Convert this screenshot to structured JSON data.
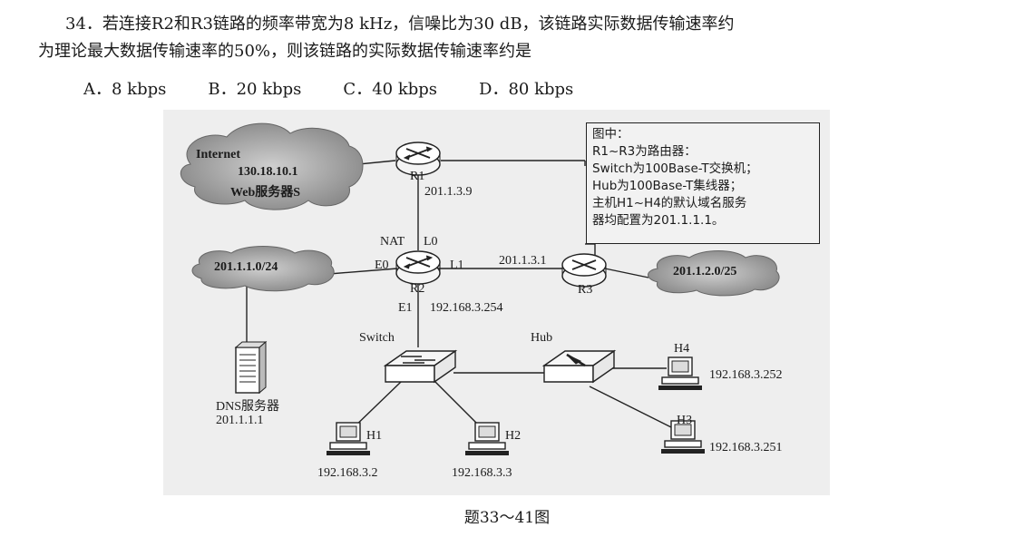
{
  "question": {
    "line1": "34．若连接R2和R3链路的频率带宽为8 kHz，信噪比为30 dB，该链路实际数据传输速率约",
    "line2": "为理论最大数据传输速率的50%，则该链路的实际数据传输速率约是"
  },
  "options": [
    "A．8 kbps",
    "B．20 kbps",
    "C．40 kbps",
    "D．80 kbps"
  ],
  "legend": {
    "title": "图中：",
    "lines": [
      "R1~R3为路由器：",
      "Switch为100Base-T交换机；",
      "Hub为100Base-T集线器；",
      "主机H1~H4的默认域名服务",
      "器均配置为201.1.1.1。"
    ]
  },
  "diagram": {
    "internet": "Internet",
    "web_ip": "130.18.10.1",
    "web_server": "Web服务器S",
    "r1": "R1",
    "r1_ip": "201.1.3.9",
    "nat": "NAT",
    "l0": "L0",
    "l1": "L1",
    "e0": "E0",
    "e1": "E1",
    "r2": "R2",
    "r2_e1_ip": "192.168.3.254",
    "r3": "R3",
    "r3_ip": "201.1.3.1",
    "net_left": "201.1.1.0/24",
    "net_right": "201.1.2.0/25",
    "switch": "Switch",
    "hub": "Hub",
    "dns": "DNS服务器",
    "dns_ip": "201.1.1.1",
    "h1": "H1",
    "h1_ip": "192.168.3.2",
    "h2": "H2",
    "h2_ip": "192.168.3.3",
    "h3": "H3",
    "h3_ip": "192.168.3.251",
    "h4": "H4",
    "h4_ip": "192.168.3.252"
  },
  "caption": "题33～41图"
}
